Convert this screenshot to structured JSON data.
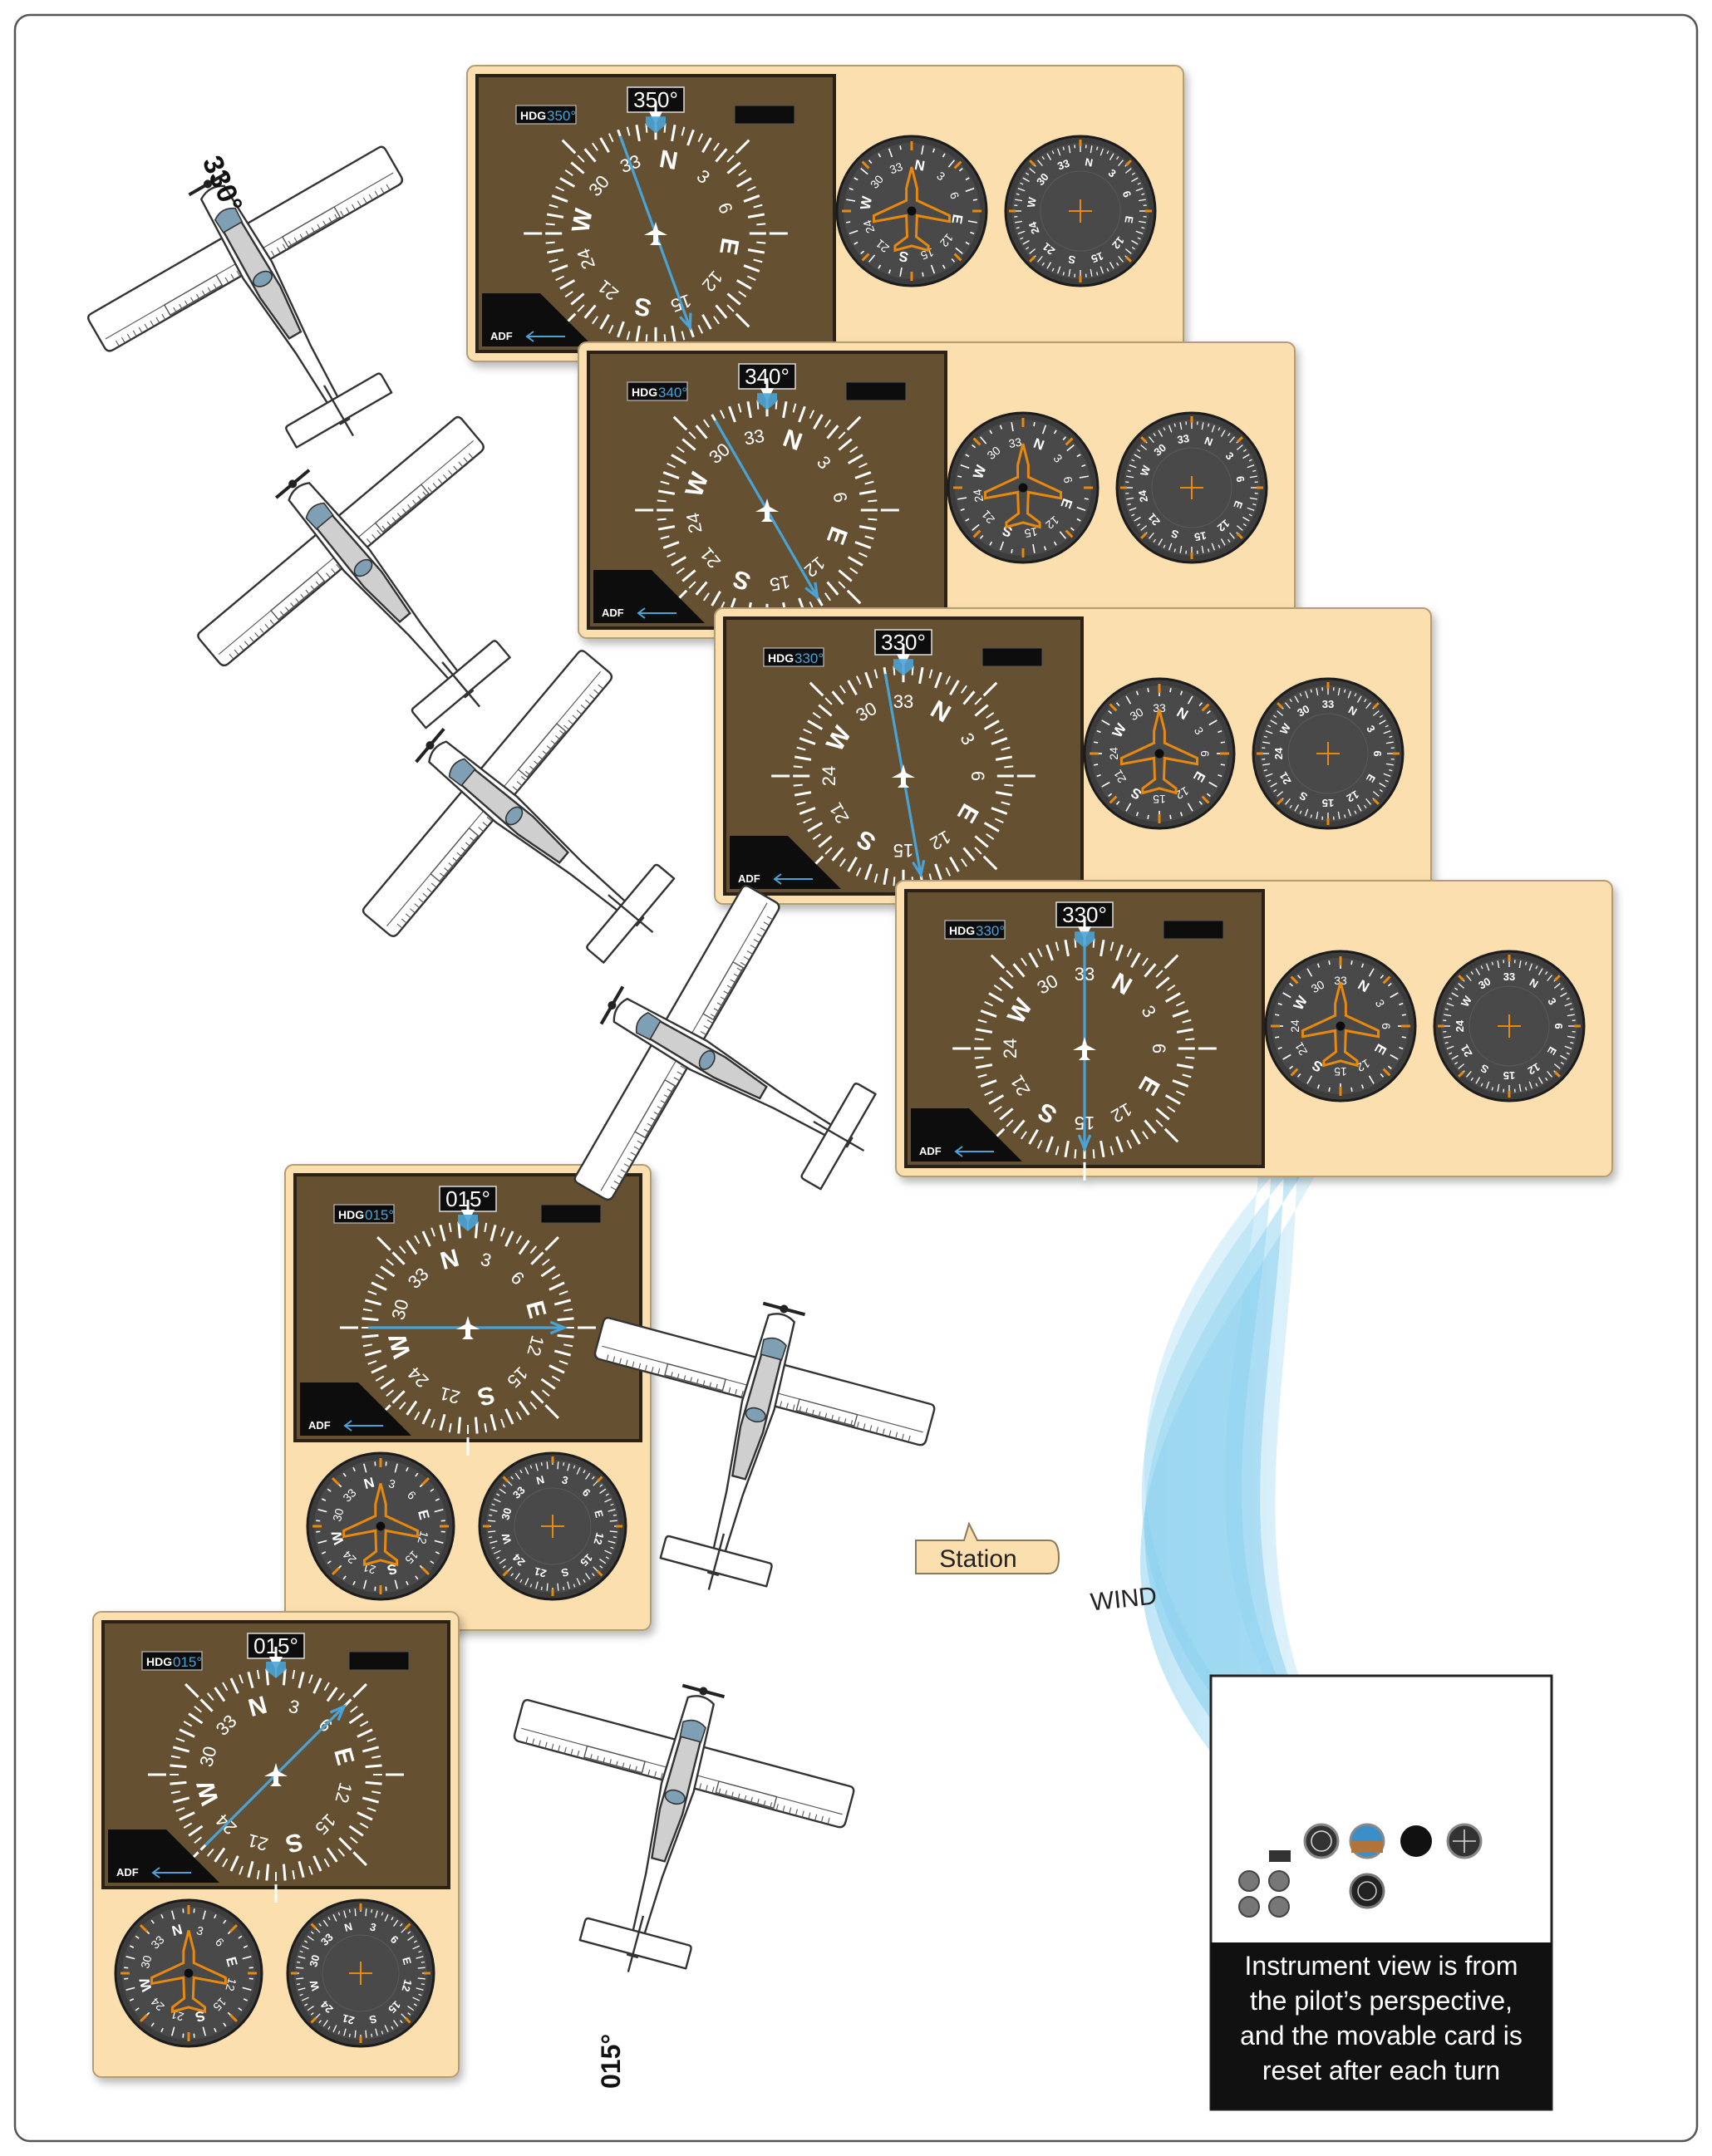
{
  "colors": {
    "panel": "#fbdfae",
    "pfd": "#655131",
    "needle": "#4aa3d6",
    "accent": "#e8890c",
    "wind": "#5bbde8"
  },
  "hdg_prefix": "HDG",
  "adf_label": "ADF",
  "degree_symbol": "°",
  "panels": [
    {
      "heading": "350",
      "hdg_readout": "350°",
      "bug_readout": "350°",
      "relative_bearing": 160
    },
    {
      "heading": "340",
      "hdg_readout": "340°",
      "bug_readout": "340°",
      "relative_bearing": 150
    },
    {
      "heading": "330",
      "hdg_readout": "330°",
      "bug_readout": "330°",
      "relative_bearing": 170
    },
    {
      "heading": "330",
      "hdg_readout": "330°",
      "bug_readout": "330°",
      "relative_bearing": 180
    },
    {
      "heading": "015",
      "hdg_readout": "015°",
      "bug_readout": "015°",
      "relative_bearing": 90
    },
    {
      "heading": "015",
      "hdg_readout": "015°",
      "bug_readout": "015°",
      "relative_bearing": 45
    }
  ],
  "airplane_headings": [
    330,
    320,
    310,
    300,
    15,
    15
  ],
  "heading_labels": {
    "top": "330°",
    "bottom": "015°"
  },
  "station_label": "Station",
  "wind_label": "WIND",
  "legend_caption": [
    "Instrument view is from",
    "the pilot’s perspective,",
    "and the movable card is",
    "reset after each turn"
  ]
}
